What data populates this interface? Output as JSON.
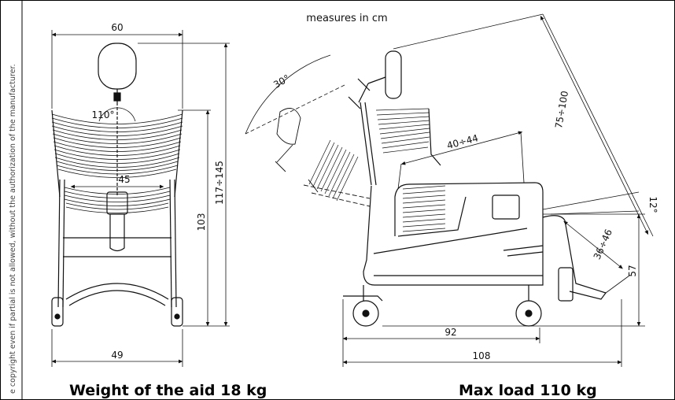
{
  "header": {
    "measures_note": "measures in cm"
  },
  "copyright": "e copyright even if partial is not allowed, without the authorization of the manufacturer.",
  "front_view": {
    "width_top": "60",
    "width_bottom": "49",
    "seat_width": "45",
    "headrest_angle": "110°",
    "height": "103",
    "height_range": "117÷145"
  },
  "side_view": {
    "tilt_angle": "30°",
    "headrest_height": "75÷100",
    "seat_depth": "40÷44",
    "armrest_angle": "12°",
    "legrest_length": "36÷46",
    "seat_height": "57",
    "length": "92",
    "length_max": "108"
  },
  "captions": {
    "weight": "Weight of the aid 18 kg",
    "max_load": "Max load 110 kg"
  }
}
